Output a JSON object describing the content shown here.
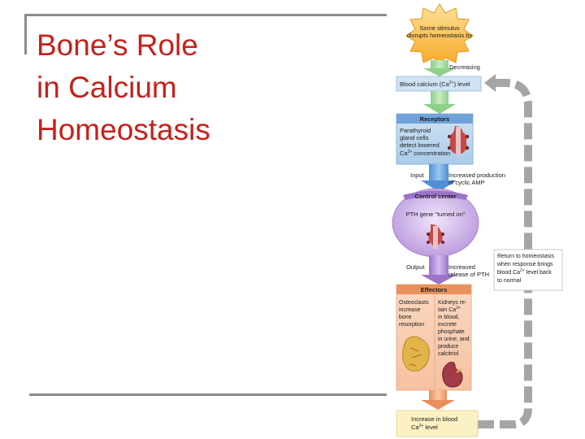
{
  "slide": {
    "title": "Bone’s Role\nin Calcium\nHomeostasis"
  },
  "diagram": {
    "stimulus": [
      "Some stimulus",
      "disrupts homeostasis by"
    ],
    "decreasing": "Decreasing",
    "blood_calcium_pre": "Blood calcium (Ca",
    "blood_calcium_sup": "2+",
    "blood_calcium_post": ") level",
    "receptors_header": "Receptors",
    "receptor_text": [
      "Parathyroid",
      "gland cells",
      "detect lowered"
    ],
    "receptor_ca": "Ca",
    "receptor_sup": "2+",
    "receptor_conc": "concentration",
    "input_label": "Input",
    "input_note": [
      "Increased production",
      "of cyclic AMP"
    ],
    "control_center_header": "Control center",
    "pth_gene": "PTH gene \"turned on\"",
    "output_label": "Output",
    "output_note": [
      "Increased",
      "release of PTH"
    ],
    "return_note": [
      "Return to homeostasis",
      "when response brings",
      "blood Ca",
      "2+",
      " level back",
      "to normal"
    ],
    "effectors_header": "Effectors",
    "osteoclasts": [
      "Osteoclasts",
      "increase",
      "bone",
      "resorption"
    ],
    "kidneys": [
      "Kidneys re-",
      "tain Ca",
      "2+",
      "in blood,",
      "excrete",
      "phosphate",
      "in urine, and",
      "produce",
      "calcitriol"
    ],
    "result": [
      "Increase in blood",
      "Ca",
      "2+",
      " level"
    ]
  },
  "colors": {
    "title_red": "#c8201b",
    "receptor_blue": "#9cc3e6",
    "control_purple": "#c6a7e0",
    "effector_orange": "#f2b08a",
    "result_yellow": "#fbf1c4",
    "level_box": "#cfe3f4",
    "loop_gray": "#a5a5a5",
    "starburst": "#f9b233"
  }
}
